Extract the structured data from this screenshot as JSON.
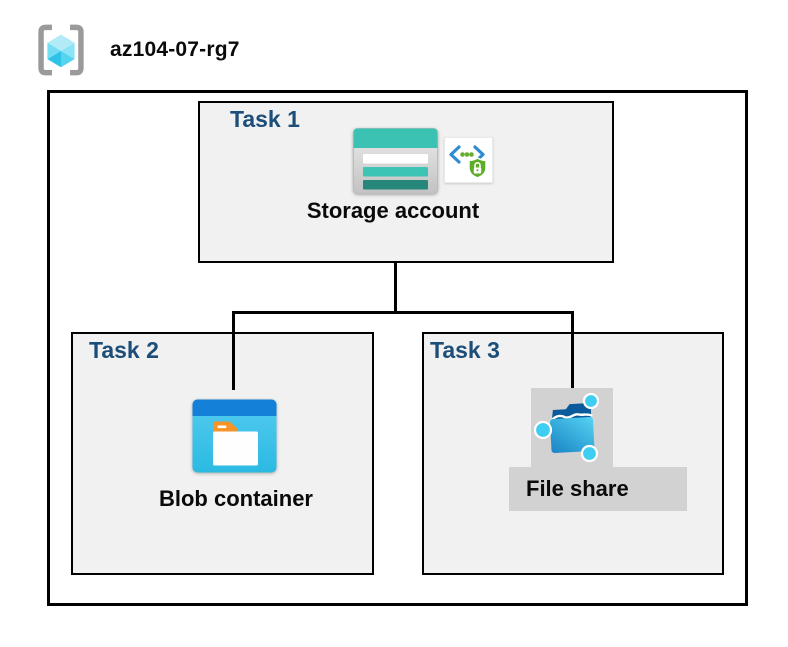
{
  "header": {
    "title": "az104-07-rg7",
    "icon": "resource-group-icon"
  },
  "tasks": [
    {
      "label": "Task 1",
      "resource": "Storage account",
      "icons": [
        "storage-account-icon",
        "secure-access-icon"
      ]
    },
    {
      "label": "Task 2",
      "resource": "Blob container",
      "icons": [
        "blob-container-icon"
      ]
    },
    {
      "label": "Task 3",
      "resource": "File share",
      "icons": [
        "file-share-icon"
      ],
      "highlighted": true
    }
  ],
  "connections": [
    {
      "from": "Storage account",
      "to": "Blob container"
    },
    {
      "from": "Storage account",
      "to": "File share"
    }
  ],
  "colors": {
    "task_label": "#1C4E79",
    "box_fill": "#F1F1F1",
    "box_border": "#000000",
    "connector": "#000000",
    "highlight_gray": "#D2D2D2",
    "storage_teal": "#3BC2B3",
    "storage_teal_dark": "#27877B",
    "blob_blue": "#1480D8",
    "blob_cyan": "#3EC3E9",
    "fileshare_blue": "#1A84C4",
    "fileshare_cyan": "#4FD0F2",
    "sas_blue": "#2E8BD0",
    "sas_green": "#5FAD27",
    "folder_tab_orange": "#F79428",
    "rg_bracket_gray": "#9A9A9A",
    "rg_cube_cyan": "#55D4EF"
  }
}
